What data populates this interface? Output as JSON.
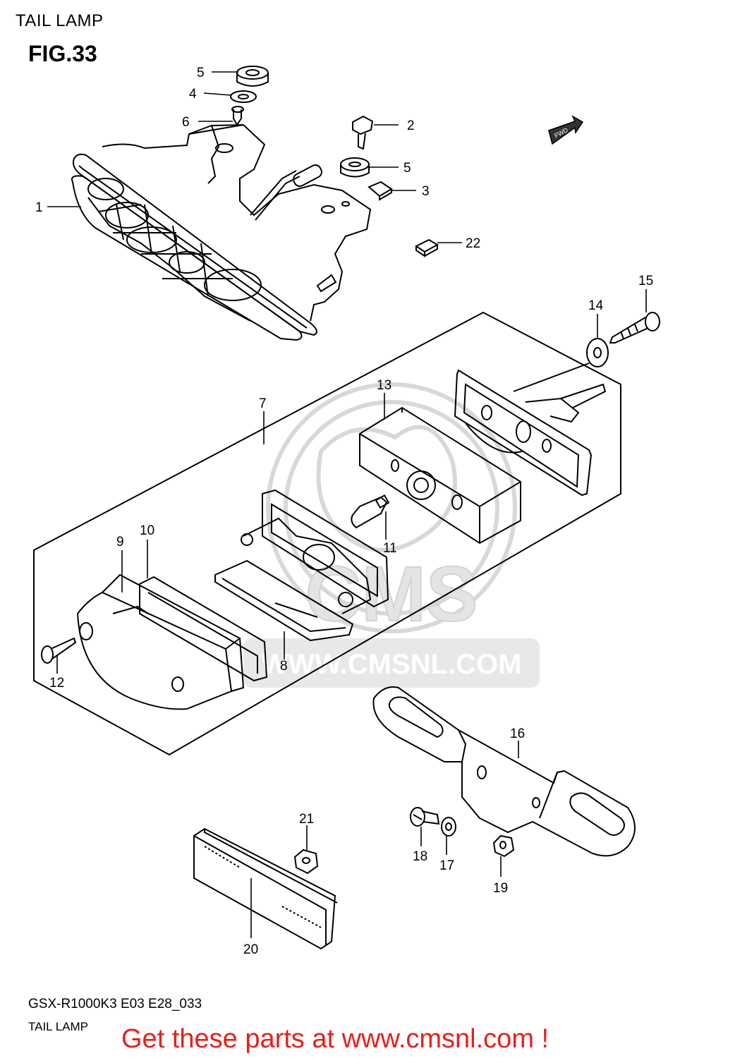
{
  "header": {
    "title": "TAIL LAMP"
  },
  "figure": {
    "label": "FIG.33"
  },
  "fwd_badge": "FWD",
  "watermark": {
    "text": "WWW.CMSNL.COM",
    "logo_text": "CMS"
  },
  "callouts": [
    {
      "id": "c1",
      "text": "1"
    },
    {
      "id": "c2",
      "text": "2"
    },
    {
      "id": "c3",
      "text": "3"
    },
    {
      "id": "c4",
      "text": "4"
    },
    {
      "id": "c5a",
      "text": "5"
    },
    {
      "id": "c5b",
      "text": "5"
    },
    {
      "id": "c6",
      "text": "6"
    },
    {
      "id": "c7",
      "text": "7"
    },
    {
      "id": "c8",
      "text": "8"
    },
    {
      "id": "c9",
      "text": "9"
    },
    {
      "id": "c10",
      "text": "10"
    },
    {
      "id": "c11",
      "text": "11"
    },
    {
      "id": "c12",
      "text": "12"
    },
    {
      "id": "c13",
      "text": "13"
    },
    {
      "id": "c14",
      "text": "14"
    },
    {
      "id": "c15",
      "text": "15"
    },
    {
      "id": "c16",
      "text": "16"
    },
    {
      "id": "c17",
      "text": "17"
    },
    {
      "id": "c18",
      "text": "18"
    },
    {
      "id": "c19",
      "text": "19"
    },
    {
      "id": "c20",
      "text": "20"
    },
    {
      "id": "c21",
      "text": "21"
    },
    {
      "id": "c22",
      "text": "22"
    }
  ],
  "footer": {
    "model_code": "GSX-R1000K3 E03 E28_033",
    "diagram_name": "TAIL LAMP",
    "promo": "Get these parts at www.cmsnl.com !"
  },
  "colors": {
    "promo": "#e8201a",
    "line": "#000000",
    "watermark": "#d4d4d4"
  }
}
